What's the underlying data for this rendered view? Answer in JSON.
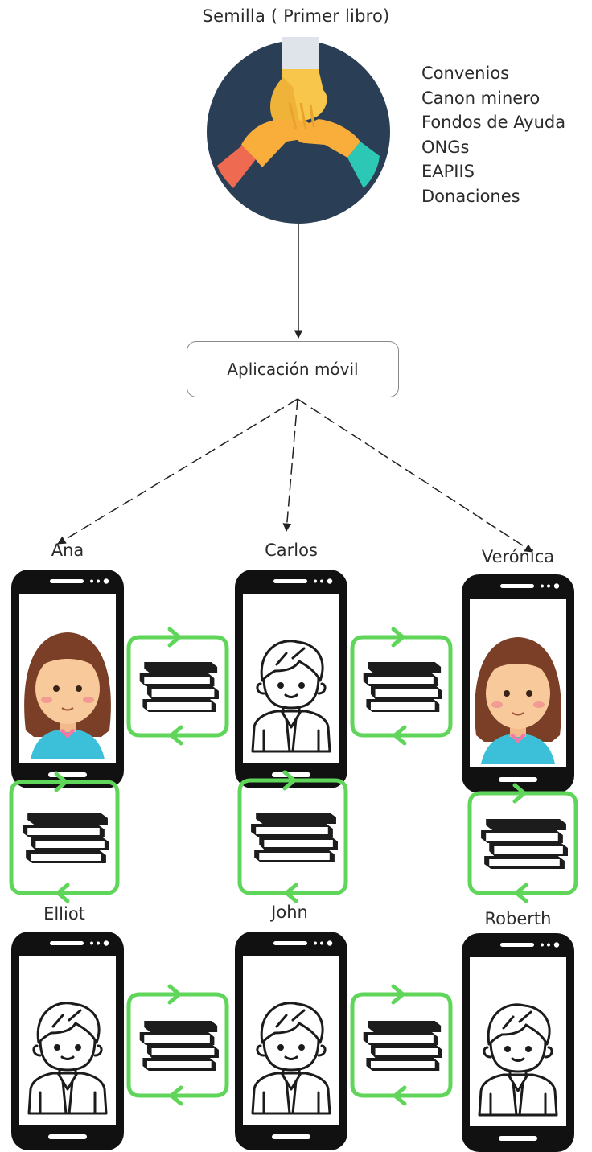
{
  "seed": {
    "label": "Semilla ( Primer libro)"
  },
  "sources": [
    "Convenios",
    "Canon minero",
    "Fondos de Ayuda",
    "ONGs",
    "EAPIIS",
    "Donaciones"
  ],
  "app": {
    "label": "Aplicación móvil"
  },
  "users": [
    {
      "name": "Ana",
      "avatar": "girl"
    },
    {
      "name": "Carlos",
      "avatar": "boy"
    },
    {
      "name": "Verónica",
      "avatar": "girl"
    },
    {
      "name": "Elliot",
      "avatar": "boy"
    },
    {
      "name": "John",
      "avatar": "boy"
    },
    {
      "name": "Roberth",
      "avatar": "boy"
    }
  ],
  "colors": {
    "circle": "#2a3f55",
    "exchange_green": "#5fd65a",
    "phone": "#111111",
    "skin": "#f8c99b",
    "girl_hair": "#7a3f26",
    "girl_shirt": "#3cbfd9",
    "hand_yellow": "#f7c64a",
    "sleeve_red": "#ee6a50",
    "sleeve_teal": "#2cc7b5",
    "sleeve_gray": "#dfe3ea"
  }
}
